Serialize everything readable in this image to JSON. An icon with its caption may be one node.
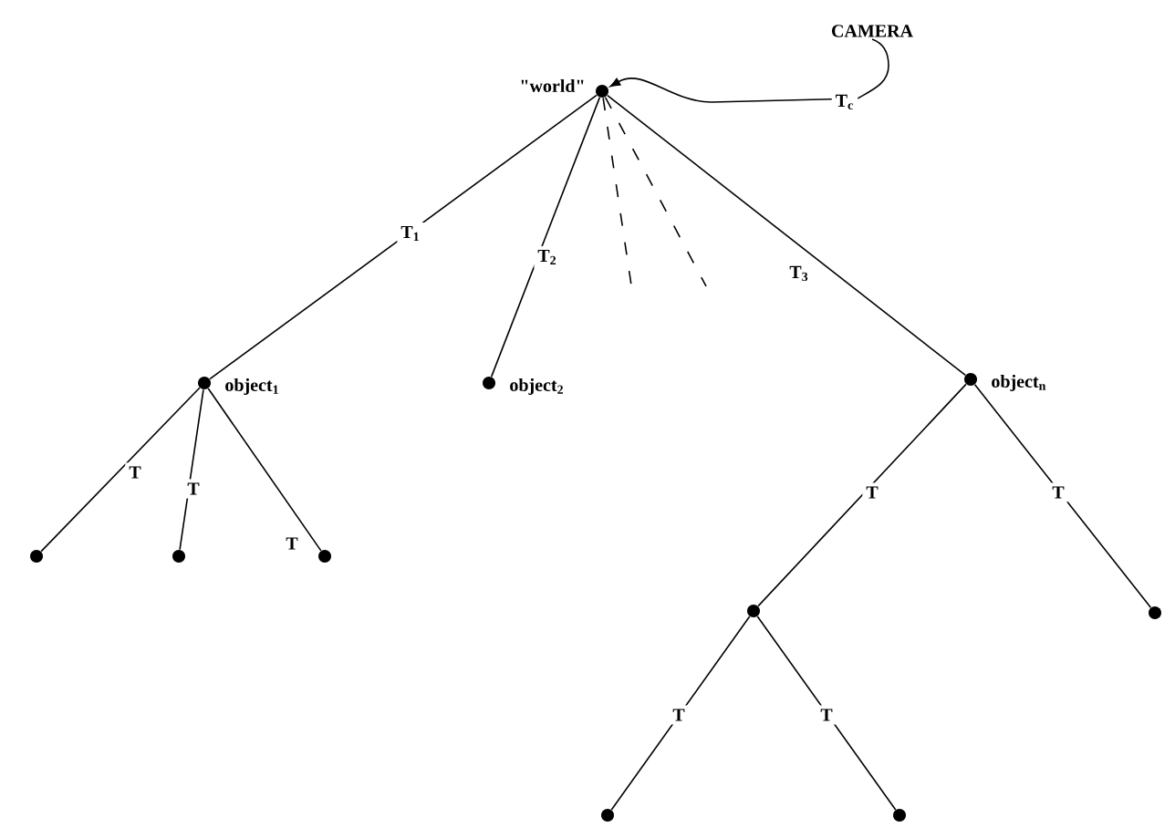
{
  "diagram": {
    "nodes": [
      {
        "text": [
          "CAMERA"
        ]
      },
      {
        "text": [],
        "shape": "circle",
        "beside": [
          "\"world\""
        ]
      },
      {
        "text": [],
        "shape": "circle",
        "beside": [
          "object$_{1}$"
        ]
      },
      {
        "text": [],
        "shape": "circle",
        "beside": [
          "object$_{2}$"
        ]
      },
      {
        "text": [],
        "shape": "circle",
        "beside": [
          "object$_{n}$"
        ]
      },
      {
        "text": [],
        "shape": "circle"
      },
      {
        "text": [],
        "shape": "circle"
      },
      {
        "text": [],
        "shape": "circle"
      },
      {
        "text": [],
        "shape": "circle"
      },
      {
        "text": [],
        "shape": "circle"
      },
      {
        "text": [],
        "shape": "circle"
      },
      {
        "text": [],
        "shape": "circle"
      }
    ],
    "edges": [
      {
        "from": 0,
        "to": 1,
        "arrow": "to",
        "label": "T$_{c}$"
      },
      {
        "from": 1,
        "to": 2,
        "arrow": "none",
        "label": "T$_{1}$"
      },
      {
        "from": 1,
        "to": 3,
        "arrow": "none",
        "label": "T$_{2}$"
      },
      {
        "from": 1,
        "to": null,
        "arrow": "none",
        "style": "dashed"
      },
      {
        "from": 1,
        "to": null,
        "arrow": "none",
        "style": "dashed"
      },
      {
        "from": 1,
        "to": 4,
        "arrow": "none",
        "label": "T$_{3}$"
      },
      {
        "from": 2,
        "to": 5,
        "arrow": "none",
        "label": "T"
      },
      {
        "from": 2,
        "to": 6,
        "arrow": "none",
        "label": "T"
      },
      {
        "from": 2,
        "to": 7,
        "arrow": "none",
        "label": "T"
      },
      {
        "from": 4,
        "to": 8,
        "arrow": "none",
        "label": "T"
      },
      {
        "from": 4,
        "to": 9,
        "arrow": "none",
        "label": "T"
      },
      {
        "from": 8,
        "to": 10,
        "arrow": "none",
        "label": "T"
      },
      {
        "from": 8,
        "to": 11,
        "arrow": "none",
        "label": "T"
      }
    ]
  }
}
